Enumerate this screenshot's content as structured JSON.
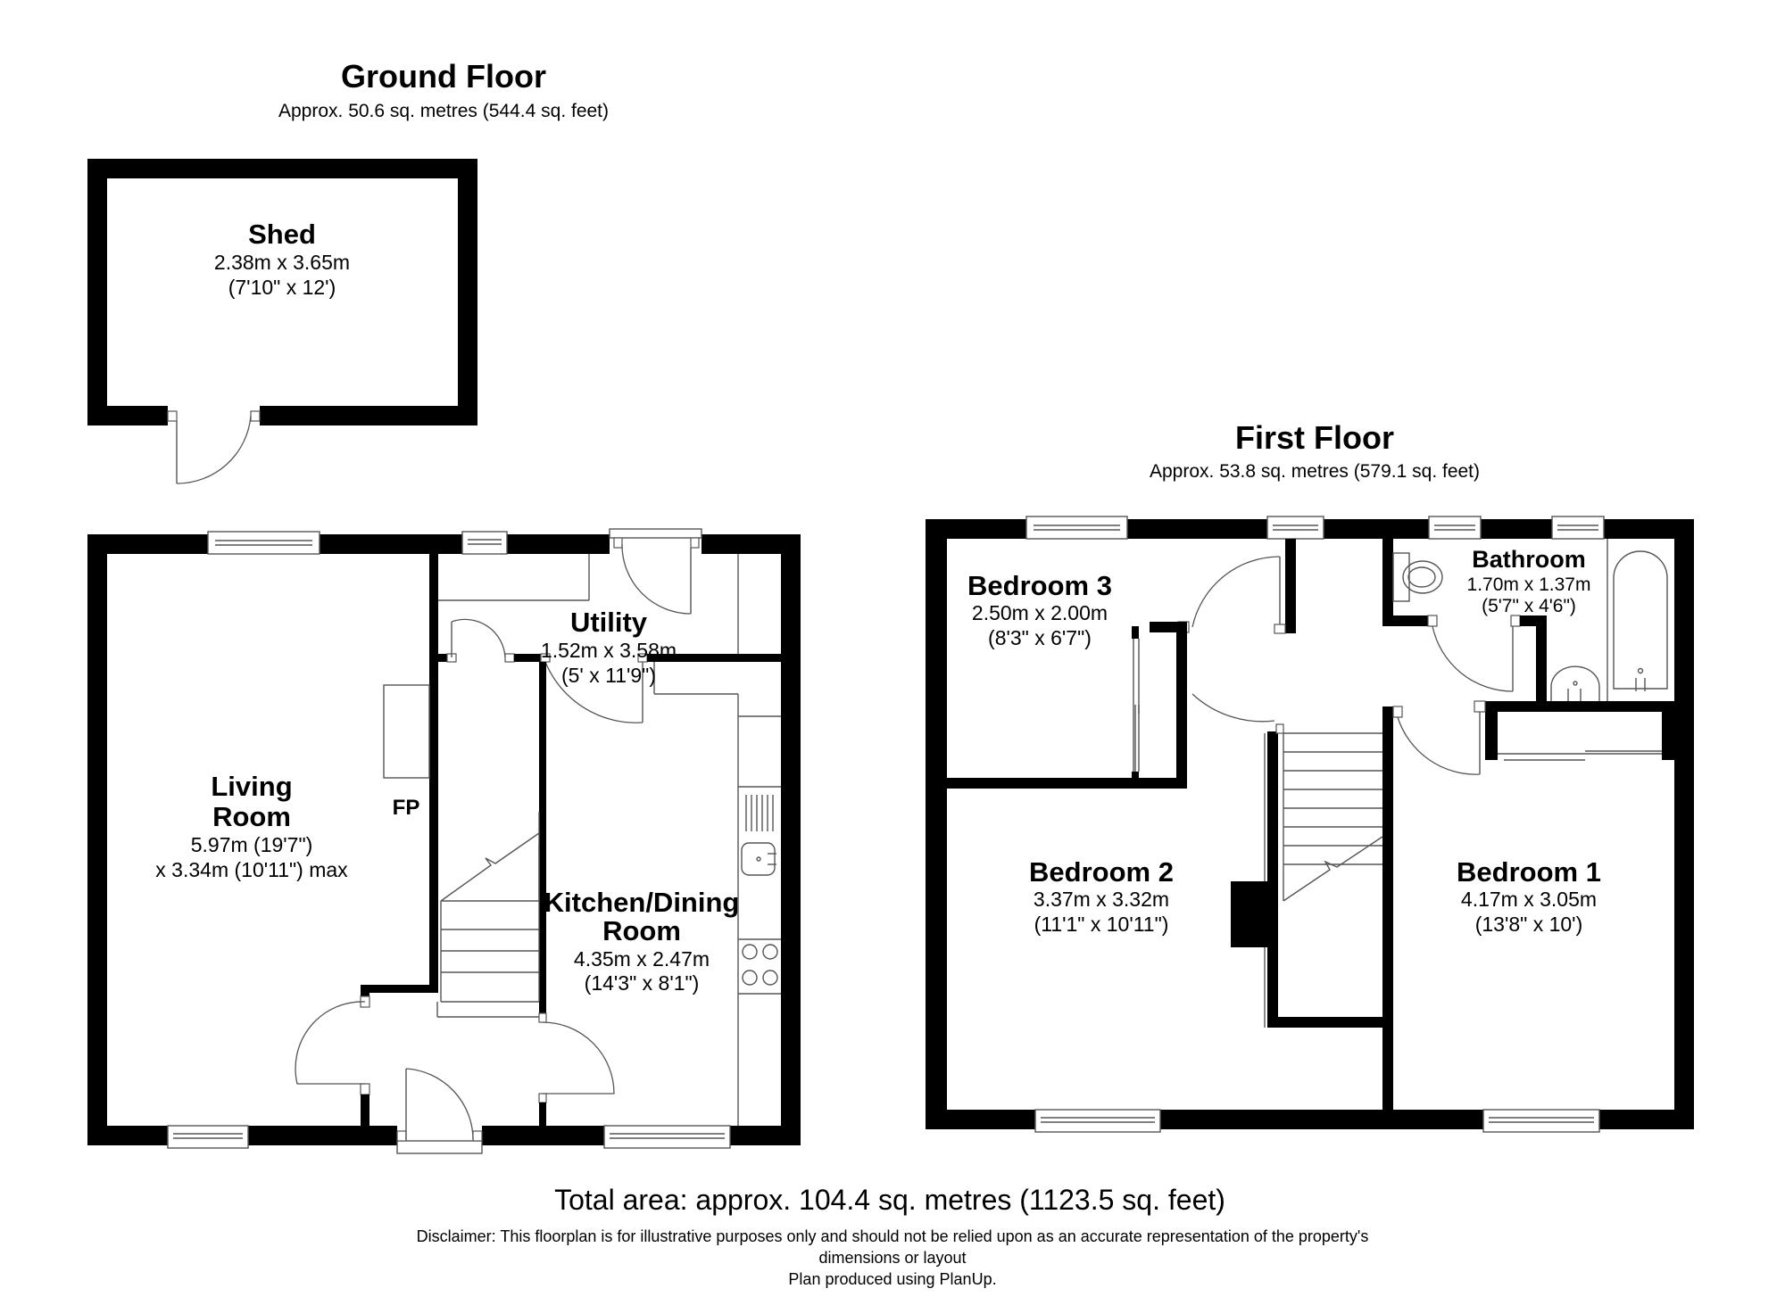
{
  "ground_floor": {
    "title": "Ground Floor",
    "area": "Approx. 50.6 sq. metres (544.4 sq. feet)",
    "rooms": {
      "shed": {
        "name": "Shed",
        "dim_m": "2.38m x 3.65m",
        "dim_ft": "(7'10\" x 12')"
      },
      "living": {
        "name_line1": "Living",
        "name_line2": "Room",
        "dim_m": "5.97m (19'7\")",
        "dim_ft": "x 3.34m (10'11\") max"
      },
      "utility": {
        "name": "Utility",
        "dim_m": "1.52m x 3.58m",
        "dim_ft": "(5' x 11'9\")"
      },
      "kitchen": {
        "name_line1": "Kitchen/Dining",
        "name_line2": "Room",
        "dim_m": "4.35m x 2.47m",
        "dim_ft": "(14'3\" x 8'1\")"
      }
    },
    "fireplace_label": "FP"
  },
  "first_floor": {
    "title": "First Floor",
    "area": "Approx. 53.8 sq. metres (579.1 sq. feet)",
    "rooms": {
      "bedroom3": {
        "name": "Bedroom 3",
        "dim_m": "2.50m x 2.00m",
        "dim_ft": "(8'3\" x 6'7\")"
      },
      "bathroom": {
        "name": "Bathroom",
        "dim_m": "1.70m x 1.37m",
        "dim_ft": "(5'7\" x 4'6\")"
      },
      "bedroom2": {
        "name": "Bedroom 2",
        "dim_m": "3.37m x 3.32m",
        "dim_ft": "(11'1\" x 10'11\")"
      },
      "bedroom1": {
        "name": "Bedroom 1",
        "dim_m": "4.17m x 3.05m",
        "dim_ft": "(13'8\" x 10')"
      }
    }
  },
  "footer": {
    "total_area": "Total area: approx. 104.4 sq. metres (1123.5 sq. feet)",
    "disclaimer_line1": "Disclaimer: This floorplan is for illustrative purposes only and should not be relied upon as an accurate representation of the property's",
    "disclaimer_line2": "dimensions or layout",
    "produced_by": "Plan produced using PlanUp."
  },
  "colors": {
    "wall": "#000000",
    "background": "#ffffff",
    "fixture_line": "#555555"
  }
}
